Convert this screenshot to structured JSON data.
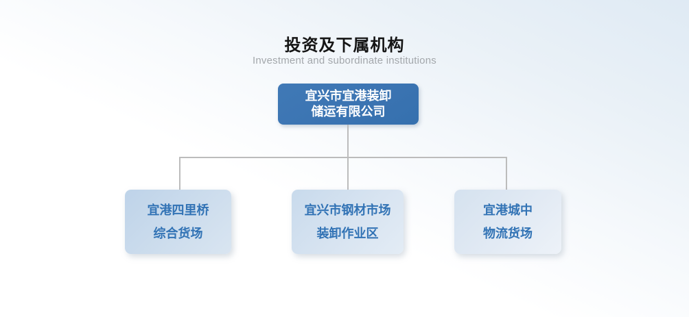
{
  "header": {
    "title": "投资及下属机构",
    "subtitle": "Investment and subordinate institutions"
  },
  "org": {
    "root": {
      "lines": [
        "宜兴市宜港装卸",
        "储运有限公司"
      ]
    },
    "children": [
      {
        "lines": [
          "宜港四里桥",
          "综合货场"
        ]
      },
      {
        "lines": [
          "宜兴市钢材市场",
          "装卸作业区"
        ]
      },
      {
        "lines": [
          "宜港城中",
          "物流货场"
        ]
      }
    ]
  },
  "colors": {
    "root_box": "#3b74b2",
    "root_text": "#ffffff",
    "child_box_left": "#c6d8eb",
    "child_box_center": "#d2e0ef",
    "child_box_right": "#dde8f3",
    "child_text": "#3273b5",
    "connector": "#bcbcbc",
    "title_text": "#151515",
    "subtitle_text": "#a3a7ab",
    "background_top": "#dfeaf4",
    "background_bottom": "#ffffff"
  }
}
